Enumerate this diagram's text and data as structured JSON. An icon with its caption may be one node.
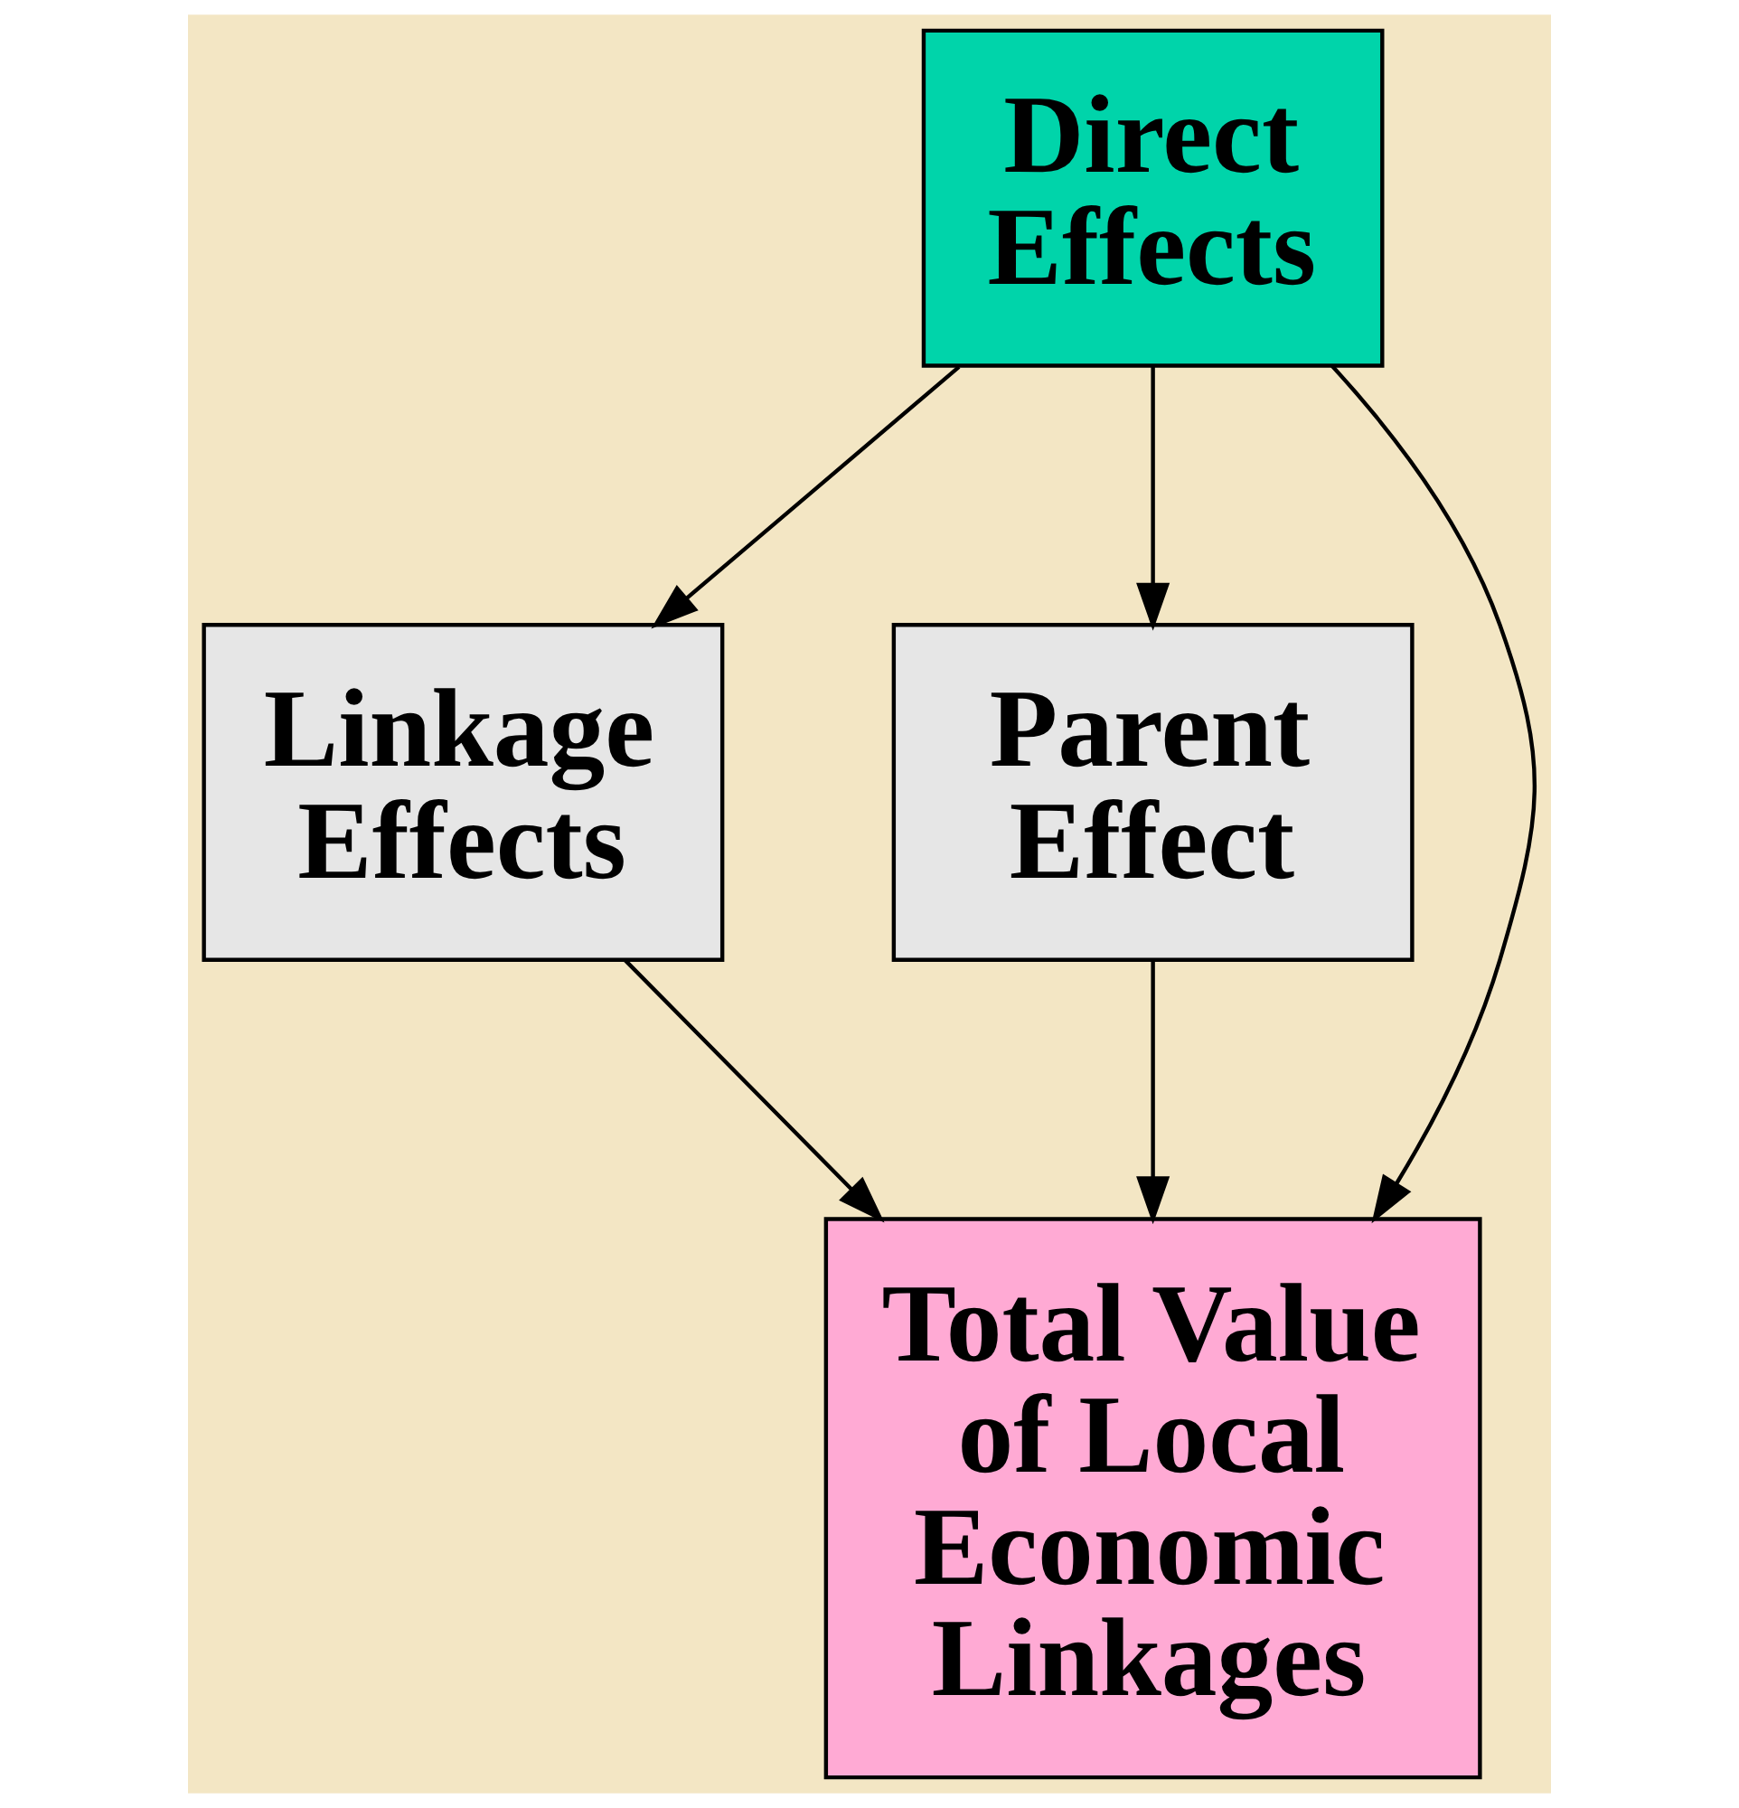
{
  "diagram": {
    "nodes": [
      {
        "text": [
          "Direct Effects"
        ]
      },
      {
        "text": [
          "Linkage Effects"
        ]
      },
      {
        "text": [
          "Parent Effect"
        ]
      },
      {
        "text": [
          "Total Value of Local Economic Linkages"
        ]
      }
    ],
    "edges": [
      {
        "from": 0,
        "to": 1,
        "arrow": "to"
      },
      {
        "from": 0,
        "to": 2,
        "arrow": "to"
      },
      {
        "from": 0,
        "to": 3,
        "arrow": "to"
      },
      {
        "from": 1,
        "to": 3,
        "arrow": "to"
      },
      {
        "from": 2,
        "to": 3,
        "arrow": "to"
      }
    ]
  }
}
